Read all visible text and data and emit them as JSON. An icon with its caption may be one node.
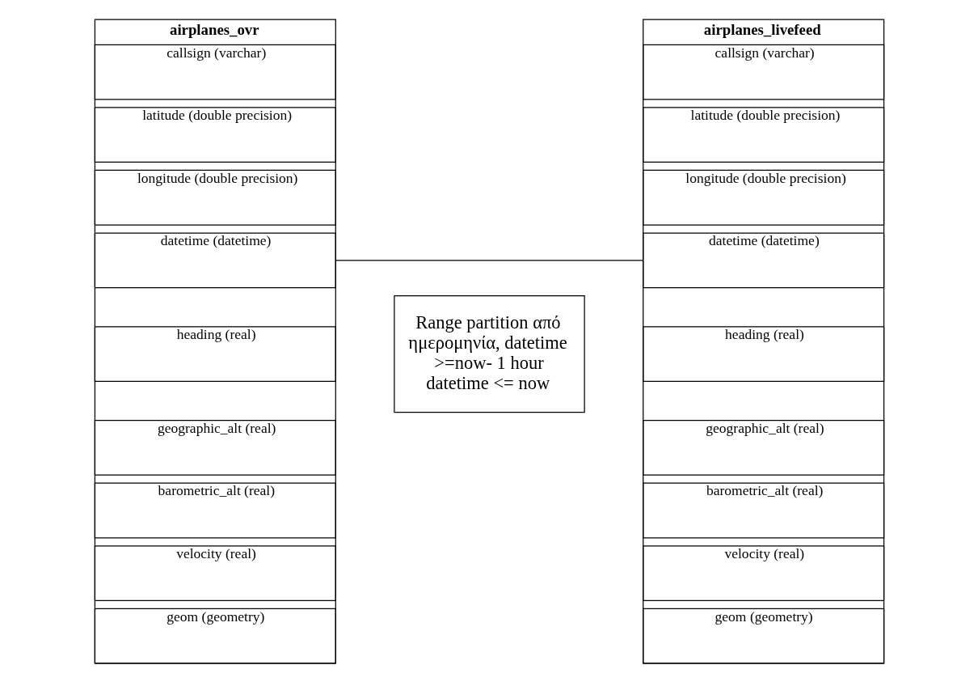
{
  "diagram": {
    "nodes": [
      {
        "text": [
          "airplanes_ovr"
        ]
      },
      {
        "text": [
          "callsign (varchar)"
        ],
        "in": 0
      },
      {
        "text": [
          "latitude (double precision)"
        ],
        "in": 0
      },
      {
        "text": [
          "longitude (double precision)"
        ],
        "in": 0
      },
      {
        "text": [
          "datetime (datetime)"
        ],
        "in": 0
      },
      {
        "text": [
          "heading (real)"
        ],
        "in": 0
      },
      {
        "text": [
          "geographic_alt (real)"
        ],
        "in": 0
      },
      {
        "text": [
          "barometric_alt (real)"
        ],
        "in": 0
      },
      {
        "text": [
          "velocity (real)"
        ],
        "in": 0
      },
      {
        "text": [
          "geom (geometry)"
        ],
        "in": 0
      },
      {
        "text": [
          "Range partition από ημερομηνία, datetime >=now- 1 hour datetime <= now"
        ]
      },
      {
        "text": [
          "airplanes_livefeed"
        ]
      },
      {
        "text": [
          "callsign (varchar)"
        ],
        "in": 11
      },
      {
        "text": [
          "latitude (double precision)"
        ],
        "in": 11
      },
      {
        "text": [
          "longitude (double precision)"
        ],
        "in": 11
      },
      {
        "text": [
          "datetime (datetime)"
        ],
        "in": 11
      },
      {
        "text": [
          "heading (real)"
        ],
        "in": 11
      },
      {
        "text": [
          "geographic_alt (real)"
        ],
        "in": 11
      },
      {
        "text": [
          "barometric_alt (real)"
        ],
        "in": 11
      },
      {
        "text": [
          "velocity (real)"
        ],
        "in": 11
      },
      {
        "text": [
          "geom (geometry)"
        ],
        "in": 11
      }
    ],
    "edges": [
      {
        "from": 4,
        "to": 15,
        "arrow": "none"
      }
    ]
  }
}
